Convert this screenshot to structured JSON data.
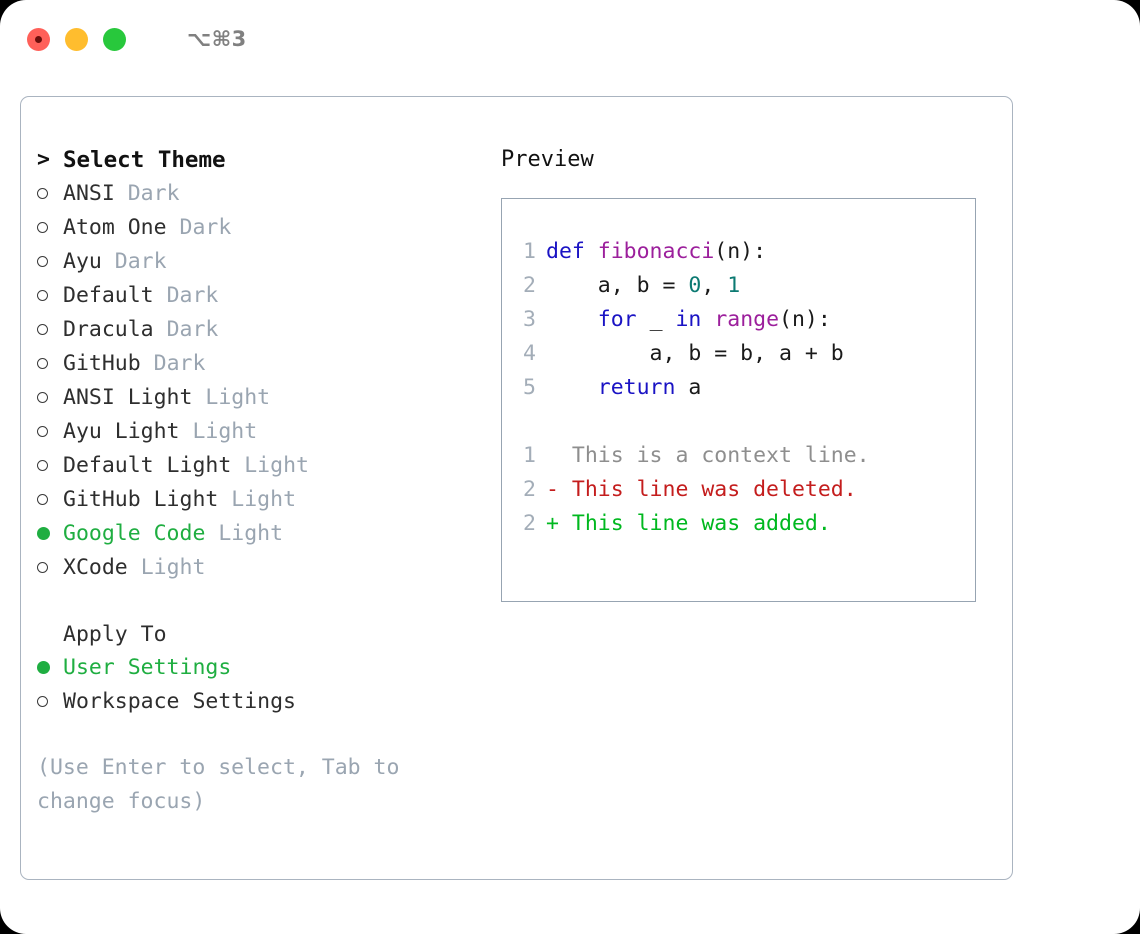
{
  "titlebar": {
    "shortcut": "⌥⌘3",
    "lights": [
      "close",
      "minimize",
      "maximize"
    ]
  },
  "left": {
    "header": {
      "caret": ">",
      "title": "Select Theme"
    },
    "themes": [
      {
        "marker": "ring",
        "name": "ANSI",
        "tag": "Dark",
        "selected": false
      },
      {
        "marker": "ring",
        "name": "Atom One",
        "tag": "Dark",
        "selected": false
      },
      {
        "marker": "ring",
        "name": "Ayu",
        "tag": "Dark",
        "selected": false
      },
      {
        "marker": "ring",
        "name": "Default",
        "tag": "Dark",
        "selected": false
      },
      {
        "marker": "ring",
        "name": "Dracula",
        "tag": "Dark",
        "selected": false
      },
      {
        "marker": "ring",
        "name": "GitHub",
        "tag": "Dark",
        "selected": false
      },
      {
        "marker": "ring",
        "name": "ANSI Light",
        "tag": "Light",
        "selected": false
      },
      {
        "marker": "ring",
        "name": "Ayu Light",
        "tag": "Light",
        "selected": false
      },
      {
        "marker": "ring",
        "name": "Default Light",
        "tag": "Light",
        "selected": false
      },
      {
        "marker": "ring",
        "name": "GitHub Light",
        "tag": "Light",
        "selected": false
      },
      {
        "marker": "dot",
        "name": "Google Code",
        "tag": "Light",
        "selected": true
      },
      {
        "marker": "ring",
        "name": "XCode",
        "tag": "Light",
        "selected": false
      }
    ],
    "apply": {
      "heading": "Apply To",
      "options": [
        {
          "marker": "dot",
          "label": "User Settings",
          "selected": true
        },
        {
          "marker": "ring",
          "label": "Workspace Settings",
          "selected": false
        }
      ]
    },
    "hint": "(Use Enter to select, Tab to change focus)"
  },
  "right": {
    "preview_title": "Preview",
    "code_lines": [
      {
        "no": "1",
        "tokens": [
          {
            "t": "def ",
            "c": "kw"
          },
          {
            "t": "fibonacci",
            "c": "fn"
          },
          {
            "t": "(n):",
            "c": "pl"
          }
        ]
      },
      {
        "no": "2",
        "tokens": [
          {
            "t": "    a, b = ",
            "c": "pl"
          },
          {
            "t": "0",
            "c": "num"
          },
          {
            "t": ", ",
            "c": "pl"
          },
          {
            "t": "1",
            "c": "num"
          }
        ]
      },
      {
        "no": "3",
        "tokens": [
          {
            "t": "    ",
            "c": "pl"
          },
          {
            "t": "for",
            "c": "kw"
          },
          {
            "t": " _ ",
            "c": "pl"
          },
          {
            "t": "in",
            "c": "kw"
          },
          {
            "t": " ",
            "c": "pl"
          },
          {
            "t": "range",
            "c": "fn"
          },
          {
            "t": "(n):",
            "c": "pl"
          }
        ]
      },
      {
        "no": "4",
        "tokens": [
          {
            "t": "        a, b = b, a + b",
            "c": "pl"
          }
        ]
      },
      {
        "no": "5",
        "tokens": [
          {
            "t": "    ",
            "c": "pl"
          },
          {
            "t": "return",
            "c": "kw"
          },
          {
            "t": " a",
            "c": "pl"
          }
        ]
      }
    ],
    "diff_lines": [
      {
        "no": "1",
        "sign": " ",
        "text": "This is a context line.",
        "kind": "ctx"
      },
      {
        "no": "2",
        "sign": "-",
        "text": "This line was deleted.",
        "kind": "del"
      },
      {
        "no": "2",
        "sign": "+",
        "text": "This line was added.",
        "kind": "add"
      }
    ]
  },
  "colors": {
    "accent_green": "#1fae41",
    "diff_added": "#00b81f",
    "diff_deleted": "#c41d1d",
    "keyword": "#1a13c4",
    "function": "#9c1f9c",
    "number": "#0c7a72",
    "muted": "#9aa5b1"
  }
}
